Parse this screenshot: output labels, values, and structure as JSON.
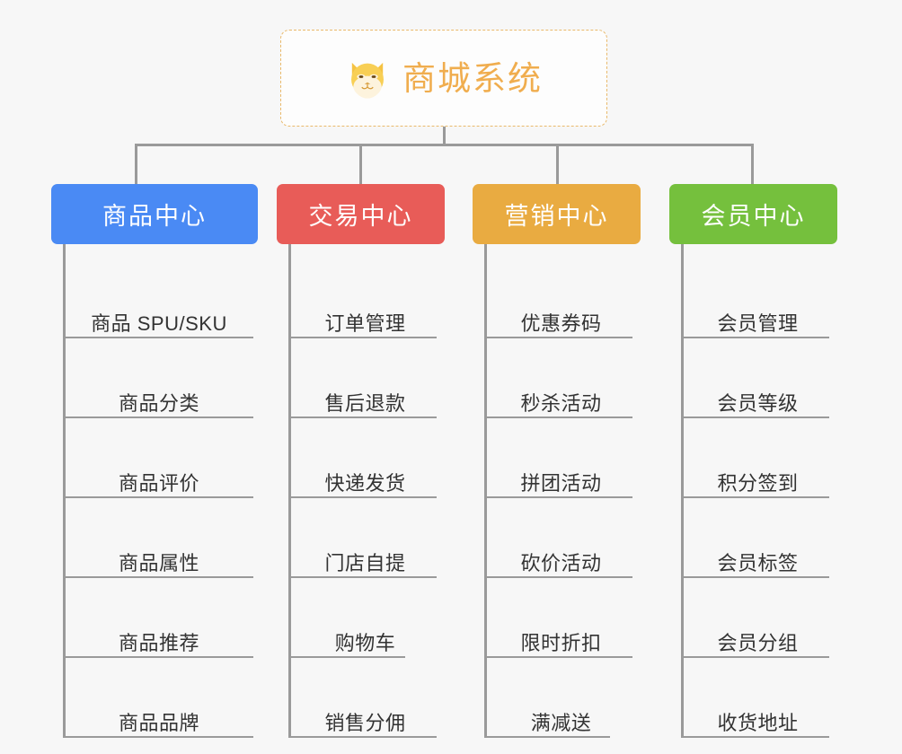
{
  "root": {
    "title": "商城系统",
    "icon": "shiba-dog-icon",
    "title_color": "#f0ad4e",
    "border_color": "#e9b96b"
  },
  "connector_color": "#9a9a9a",
  "background_color": "#f7f7f7",
  "columns": [
    {
      "title": "商品中心",
      "color": "#4a8af4",
      "items": [
        "商品 SPU/SKU",
        "商品分类",
        "商品评价",
        "商品属性",
        "商品推荐",
        "商品品牌"
      ]
    },
    {
      "title": "交易中心",
      "color": "#e85c58",
      "items": [
        "订单管理",
        "售后退款",
        "快递发货",
        "门店自提",
        "购物车",
        "销售分佣"
      ]
    },
    {
      "title": "营销中心",
      "color": "#e9ab41",
      "items": [
        "优惠券码",
        "秒杀活动",
        "拼团活动",
        "砍价活动",
        "限时折扣",
        "满减送"
      ]
    },
    {
      "title": "会员中心",
      "color": "#75c03d",
      "items": [
        "会员管理",
        "会员等级",
        "积分签到",
        "会员标签",
        "会员分组",
        "收货地址"
      ]
    }
  ]
}
